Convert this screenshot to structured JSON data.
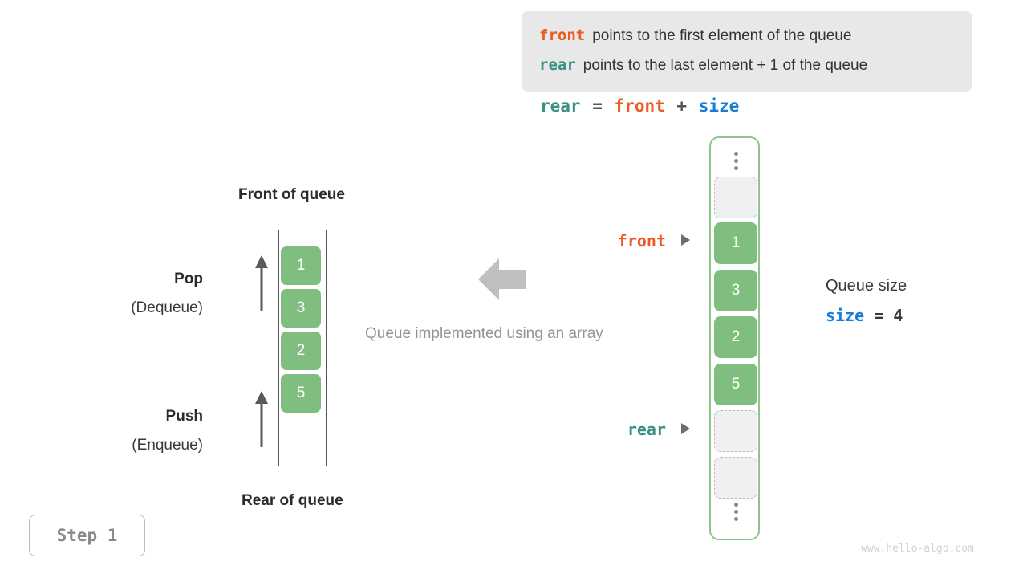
{
  "info_box": {
    "lines": [
      {
        "key": "front",
        "key_color": "#ec5b23",
        "text": "points to the first element of the queue"
      },
      {
        "key": "rear",
        "key_color": "#3a9188",
        "text": "points to the last element + 1 of the queue"
      }
    ]
  },
  "formula": {
    "lhs": "rear",
    "equals": "=",
    "rhs1": "front",
    "plus": "+",
    "rhs2": "size"
  },
  "left_diagram": {
    "front_label": "Front of queue",
    "rear_label": "Rear of queue",
    "pop_title": "Pop",
    "pop_sub": "(Dequeue)",
    "push_title": "Push",
    "push_sub": "(Enqueue)",
    "cells": [
      "1",
      "3",
      "2",
      "5"
    ]
  },
  "middle": {
    "caption": "Queue implemented using an array",
    "arrow_direction": "left"
  },
  "array": {
    "cells": [
      {
        "type": "empty",
        "value": ""
      },
      {
        "type": "filled",
        "value": "1"
      },
      {
        "type": "filled",
        "value": "3"
      },
      {
        "type": "filled",
        "value": "2"
      },
      {
        "type": "filled",
        "value": "5"
      },
      {
        "type": "empty",
        "value": ""
      },
      {
        "type": "empty",
        "value": ""
      }
    ],
    "pointers": {
      "front": "front",
      "rear": "rear"
    }
  },
  "size_annotation": {
    "title": "Queue size",
    "var": "size",
    "equals": "=",
    "value": "4"
  },
  "step_badge": "Step 1",
  "watermark": "www.hello-algo.com",
  "colors": {
    "green_fill": "#7fbe7f",
    "green_border": "#8dc68d",
    "front_orange": "#ec5b23",
    "rear_teal": "#3a9188",
    "size_blue": "#1a7fd4",
    "info_bg": "#e8e8e8",
    "gray_text": "#939393"
  }
}
